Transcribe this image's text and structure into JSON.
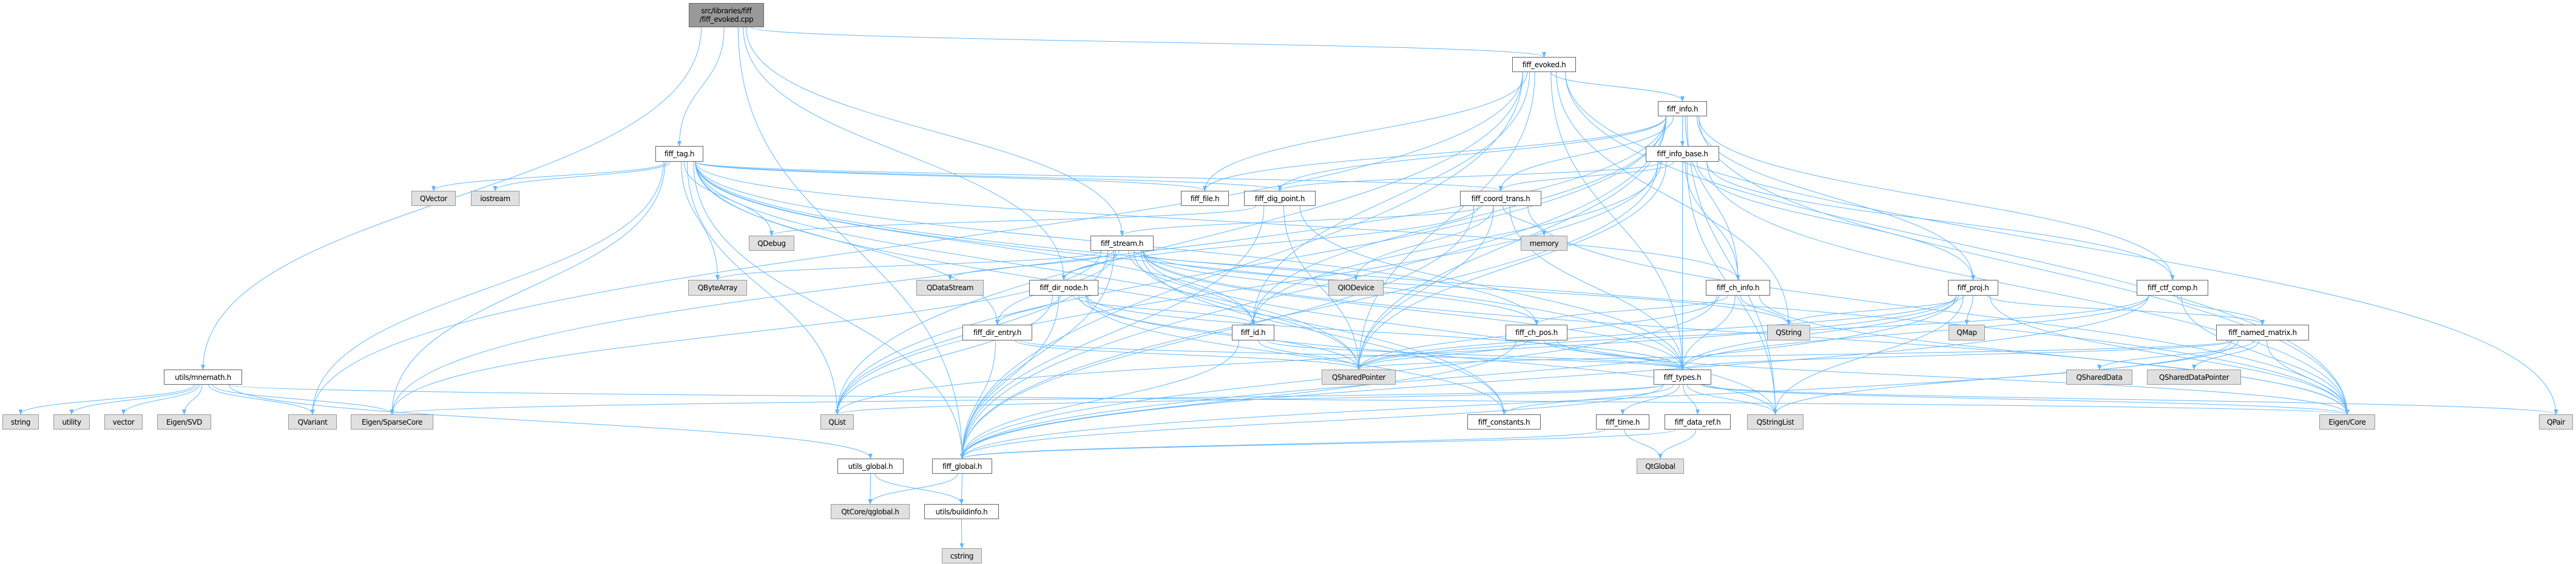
{
  "nodes": {
    "cpp": "src/libraries/fiff\n/fiff_evoked.cpp",
    "evoked": "fiff_evoked.h",
    "info": "fiff_info.h",
    "info_base": "fiff_info_base.h",
    "tag": "fiff_tag.h",
    "file": "fiff_file.h",
    "dig_point": "fiff_dig_point.h",
    "coord_trans": "fiff_coord_trans.h",
    "memory": "memory",
    "stream": "fiff_stream.h",
    "qdatastream": "QDataStream",
    "dir_node": "fiff_dir_node.h",
    "qiodevice": "QIODevice",
    "dir_entry": "fiff_dir_entry.h",
    "id": "fiff_id.h",
    "ch_pos": "fiff_ch_pos.h",
    "qsharedpointer": "QSharedPointer",
    "types": "fiff_types.h",
    "constants": "fiff_constants.h",
    "time": "fiff_time.h",
    "data_ref": "fiff_data_ref.h",
    "global": "fiff_global.h",
    "utils_global": "utils_global.h",
    "qtglobal": "QtGlobal",
    "qtcore_qglobal": "QtCore/qglobal.h",
    "buildinfo": "utils/buildinfo.h",
    "cstring": "cstring",
    "mnemath": "utils/mnemath.h",
    "string": "string",
    "utility": "utility",
    "vector": "vector",
    "eigen_svd": "Eigen/SVD",
    "qvariant": "QVariant",
    "eigen_sparsecore": "Eigen/SparseCore",
    "qlist": "QList",
    "qvector": "QVector",
    "iostream": "iostream",
    "qdebug": "QDebug",
    "qbytearray": "QByteArray",
    "ch_info": "fiff_ch_info.h",
    "proj": "fiff_proj.h",
    "ctf_comp": "fiff_ctf_comp.h",
    "qstring": "QString",
    "qmap": "QMap",
    "named_matrix": "fiff_named_matrix.h",
    "qshareddata": "QSharedData",
    "qshareddatapointer": "QSharedDataPointer",
    "qstringlist": "QStringList",
    "eigen_core": "Eigen/Core",
    "qpair": "QPair"
  },
  "edges": [
    [
      "cpp",
      "mnemath"
    ],
    [
      "cpp",
      "tag"
    ],
    [
      "cpp",
      "stream"
    ],
    [
      "cpp",
      "evoked"
    ],
    [
      "cpp",
      "dir_node"
    ],
    [
      "cpp",
      "global"
    ],
    [
      "mnemath",
      "string"
    ],
    [
      "mnemath",
      "utility"
    ],
    [
      "mnemath",
      "vector"
    ],
    [
      "mnemath",
      "eigen_svd"
    ],
    [
      "mnemath",
      "qvariant"
    ],
    [
      "mnemath",
      "eigen_sparsecore"
    ],
    [
      "mnemath",
      "utils_global"
    ],
    [
      "mnemath",
      "eigen_core"
    ],
    [
      "evoked",
      "info"
    ],
    [
      "evoked",
      "file"
    ],
    [
      "evoked",
      "qsharedpointer"
    ],
    [
      "evoked",
      "id"
    ],
    [
      "evoked",
      "qstring"
    ],
    [
      "evoked",
      "eigen_core"
    ],
    [
      "evoked",
      "qpair"
    ],
    [
      "evoked",
      "qlist"
    ],
    [
      "evoked",
      "qvariant"
    ],
    [
      "evoked",
      "global"
    ],
    [
      "evoked",
      "types"
    ],
    [
      "info",
      "info_base"
    ],
    [
      "info",
      "coord_trans"
    ],
    [
      "info",
      "dig_point"
    ],
    [
      "info",
      "ch_info"
    ],
    [
      "info",
      "proj"
    ],
    [
      "info",
      "ctf_comp"
    ],
    [
      "info",
      "types"
    ],
    [
      "info",
      "id"
    ],
    [
      "info",
      "file"
    ],
    [
      "info",
      "qsharedpointer"
    ],
    [
      "info",
      "qstringlist"
    ],
    [
      "info",
      "global"
    ],
    [
      "info",
      "eigen_core"
    ],
    [
      "info",
      "qlist"
    ],
    [
      "info",
      "eigen_sparsecore"
    ],
    [
      "info_base",
      "coord_trans"
    ],
    [
      "info_base",
      "dig_point"
    ],
    [
      "info_base",
      "ch_info"
    ],
    [
      "info_base",
      "types"
    ],
    [
      "info_base",
      "id"
    ],
    [
      "info_base",
      "qsharedpointer"
    ],
    [
      "info_base",
      "qstringlist"
    ],
    [
      "info_base",
      "global"
    ],
    [
      "info_base",
      "eigen_core"
    ],
    [
      "info_base",
      "proj"
    ],
    [
      "info_base",
      "ctf_comp"
    ],
    [
      "info_base",
      "qlist"
    ],
    [
      "tag",
      "qvector"
    ],
    [
      "tag",
      "iostream"
    ],
    [
      "tag",
      "qdebug"
    ],
    [
      "tag",
      "qbytearray"
    ],
    [
      "tag",
      "qlist"
    ],
    [
      "tag",
      "qsharedpointer"
    ],
    [
      "tag",
      "file"
    ],
    [
      "tag",
      "dig_point"
    ],
    [
      "tag",
      "coord_trans"
    ],
    [
      "tag",
      "ch_info"
    ],
    [
      "tag",
      "id"
    ],
    [
      "tag",
      "types"
    ],
    [
      "tag",
      "dir_entry"
    ],
    [
      "tag",
      "ch_pos"
    ],
    [
      "tag",
      "global"
    ],
    [
      "tag",
      "eigen_sparsecore"
    ],
    [
      "tag",
      "eigen_core"
    ],
    [
      "tag",
      "constants"
    ],
    [
      "tag",
      "qvariant"
    ],
    [
      "dig_point",
      "qsharedpointer"
    ],
    [
      "dig_point",
      "types"
    ],
    [
      "dig_point",
      "global"
    ],
    [
      "dig_point",
      "qdebug"
    ],
    [
      "coord_trans",
      "memory"
    ],
    [
      "coord_trans",
      "qiodevice"
    ],
    [
      "coord_trans",
      "qsharedpointer"
    ],
    [
      "coord_trans",
      "types"
    ],
    [
      "coord_trans",
      "eigen_core"
    ],
    [
      "coord_trans",
      "stream"
    ],
    [
      "coord_trans",
      "dir_node"
    ],
    [
      "coord_trans",
      "global"
    ],
    [
      "stream",
      "qdatastream"
    ],
    [
      "stream",
      "dir_node"
    ],
    [
      "stream",
      "dir_entry"
    ],
    [
      "stream",
      "id"
    ],
    [
      "stream",
      "qiodevice"
    ],
    [
      "stream",
      "qsharedpointer"
    ],
    [
      "stream",
      "types"
    ],
    [
      "stream",
      "qlist"
    ],
    [
      "stream",
      "qstringlist"
    ],
    [
      "stream",
      "qstring"
    ],
    [
      "stream",
      "global"
    ],
    [
      "stream",
      "eigen_sparsecore"
    ],
    [
      "stream",
      "qbytearray"
    ],
    [
      "stream",
      "constants"
    ],
    [
      "stream",
      "ch_pos"
    ],
    [
      "stream",
      "eigen_core"
    ],
    [
      "dir_node",
      "dir_entry"
    ],
    [
      "dir_node",
      "id"
    ],
    [
      "dir_node",
      "qsharedpointer"
    ],
    [
      "dir_node",
      "types"
    ],
    [
      "dir_node",
      "global"
    ],
    [
      "dir_node",
      "qlist"
    ],
    [
      "dir_node",
      "constants"
    ],
    [
      "dir_node",
      "qstringlist"
    ],
    [
      "dir_entry",
      "types"
    ],
    [
      "dir_entry",
      "qsharedpointer"
    ],
    [
      "dir_entry",
      "global"
    ],
    [
      "id",
      "qsharedpointer"
    ],
    [
      "id",
      "types"
    ],
    [
      "id",
      "global"
    ],
    [
      "ch_pos",
      "qsharedpointer"
    ],
    [
      "ch_pos",
      "types"
    ],
    [
      "ch_pos",
      "global"
    ],
    [
      "ch_pos",
      "eigen_core"
    ],
    [
      "ch_info",
      "ch_pos"
    ],
    [
      "ch_info",
      "qstring"
    ],
    [
      "ch_info",
      "qsharedpointer"
    ],
    [
      "ch_info",
      "types"
    ],
    [
      "ch_info",
      "global"
    ],
    [
      "ch_info",
      "eigen_core"
    ],
    [
      "proj",
      "qstring"
    ],
    [
      "proj",
      "qmap"
    ],
    [
      "proj",
      "named_matrix"
    ],
    [
      "proj",
      "qsharedpointer"
    ],
    [
      "proj",
      "qstringlist"
    ],
    [
      "proj",
      "types"
    ],
    [
      "proj",
      "global"
    ],
    [
      "proj",
      "eigen_core"
    ],
    [
      "proj",
      "qlist"
    ],
    [
      "ctf_comp",
      "named_matrix"
    ],
    [
      "ctf_comp",
      "qsharedpointer"
    ],
    [
      "ctf_comp",
      "types"
    ],
    [
      "ctf_comp",
      "eigen_core"
    ],
    [
      "ctf_comp",
      "global"
    ],
    [
      "named_matrix",
      "qshareddata"
    ],
    [
      "named_matrix",
      "qshareddatapointer"
    ],
    [
      "named_matrix",
      "eigen_core"
    ],
    [
      "named_matrix",
      "types"
    ],
    [
      "named_matrix",
      "qsharedpointer"
    ],
    [
      "named_matrix",
      "global"
    ],
    [
      "named_matrix",
      "qstringlist"
    ],
    [
      "types",
      "constants"
    ],
    [
      "types",
      "time"
    ],
    [
      "types",
      "data_ref"
    ],
    [
      "types",
      "qstringlist"
    ],
    [
      "types",
      "eigen_core"
    ],
    [
      "types",
      "qpair"
    ],
    [
      "types",
      "qlist"
    ],
    [
      "types",
      "eigen_sparsecore"
    ],
    [
      "types",
      "global"
    ],
    [
      "time",
      "global"
    ],
    [
      "time",
      "qtglobal"
    ],
    [
      "data_ref",
      "qtglobal"
    ],
    [
      "data_ref",
      "global"
    ],
    [
      "global",
      "qtcore_qglobal"
    ],
    [
      "global",
      "buildinfo"
    ],
    [
      "utils_global",
      "qtcore_qglobal"
    ],
    [
      "utils_global",
      "buildinfo"
    ],
    [
      "buildinfo",
      "cstring"
    ]
  ],
  "colors": {
    "edge": "#63b8ff",
    "node_ext": "#e0e0e0",
    "node_root": "#999999"
  }
}
